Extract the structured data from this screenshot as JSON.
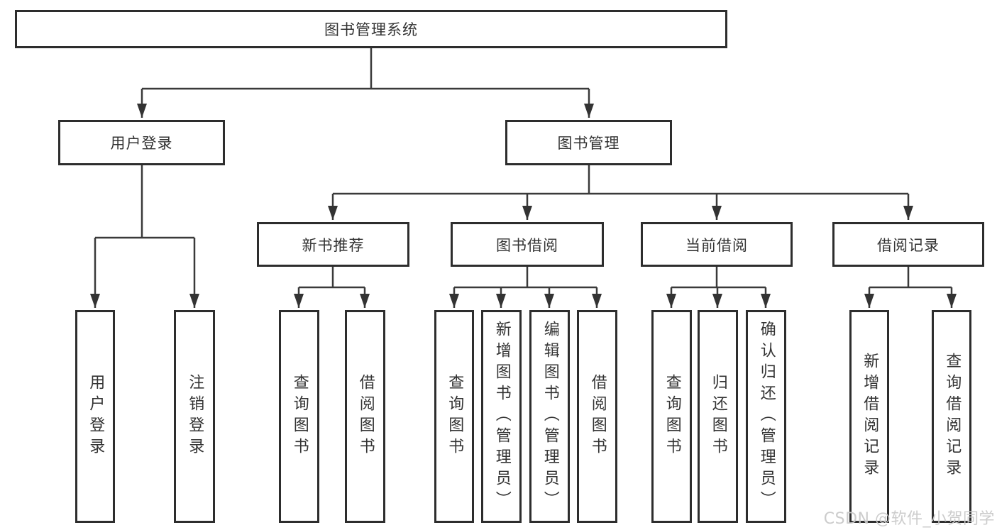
{
  "nodes": {
    "root": {
      "label": "图书管理系统"
    },
    "user_login": {
      "label": "用户登录"
    },
    "book_mgmt": {
      "label": "图书管理"
    },
    "leaf_user_login": {
      "label": "用户登录"
    },
    "leaf_logout": {
      "label": "注销登录"
    },
    "new_book_rec": {
      "label": "新书推荐"
    },
    "book_borrow": {
      "label": "图书借阅"
    },
    "current_borrow": {
      "label": "当前借阅"
    },
    "borrow_records": {
      "label": "借阅记录"
    },
    "nbr_query": {
      "label": "查询图书"
    },
    "nbr_borrow": {
      "label": "借阅图书"
    },
    "bb_query": {
      "label": "查询图书"
    },
    "bb_add": {
      "label": "新增图书（管理员）"
    },
    "bb_edit": {
      "label": "编辑图书（管理员）"
    },
    "bb_borrow": {
      "label": "借阅图书"
    },
    "cb_query": {
      "label": "查询图书"
    },
    "cb_return": {
      "label": "归还图书"
    },
    "cb_confirm": {
      "label": "确认归还（管理员）"
    },
    "br_add": {
      "label": "新增借阅记录"
    },
    "br_query": {
      "label": "查询借阅记录"
    }
  },
  "hierarchy": {
    "图书管理系统": {
      "用户登录": [
        "用户登录",
        "注销登录"
      ],
      "图书管理": {
        "新书推荐": [
          "查询图书",
          "借阅图书"
        ],
        "图书借阅": [
          "查询图书",
          "新增图书（管理员）",
          "编辑图书（管理员）",
          "借阅图书"
        ],
        "当前借阅": [
          "查询图书",
          "归还图书",
          "确认归还（管理员）"
        ],
        "借阅记录": [
          "新增借阅记录",
          "查询借阅记录"
        ]
      }
    }
  },
  "watermark": {
    "text": "CSDN @软件_小贺同学"
  },
  "colors": {
    "background": "#ffffff",
    "box_border": "#2d2d2d",
    "line": "#3a3a3a",
    "text": "#333333",
    "watermark": "#c9c9c9"
  }
}
